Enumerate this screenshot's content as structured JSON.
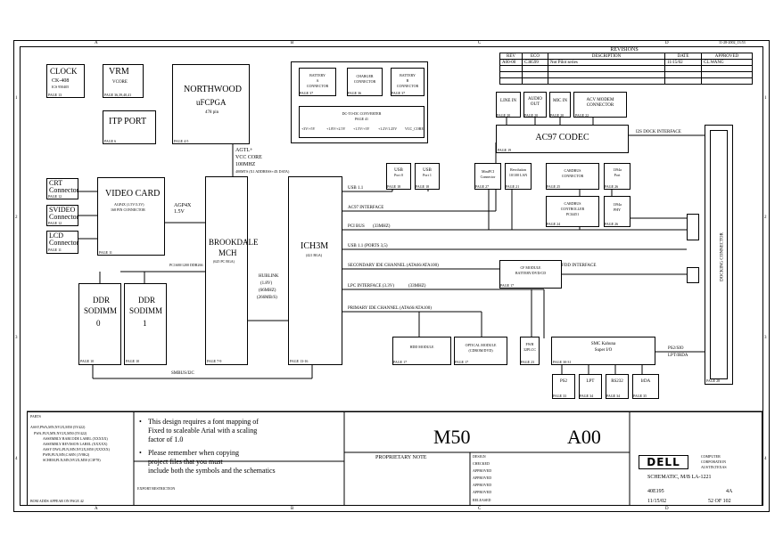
{
  "grid": {
    "columns": [
      "A",
      "B",
      "C",
      "D"
    ],
    "rows": [
      "1",
      "2",
      "3",
      "4"
    ],
    "date_stamp": "11-28-2002_13:53"
  },
  "revisions": {
    "title": "REVISIONS",
    "headers": [
      "REV",
      "ECO",
      "DESCRIPTION",
      "DATE",
      "APPROVED"
    ],
    "row": [
      "A00-00",
      "C38599",
      "Not Pilot series",
      "11/15/02",
      "CL.WANG"
    ]
  },
  "blocks": {
    "clock": {
      "title": "CLOCK",
      "line1": "CK-408",
      "line2": "ICS 950405",
      "page": "PAGE 13"
    },
    "vrm": {
      "title": "VRM",
      "line1": "VCORE",
      "page": "PAGE 36,39,40,41"
    },
    "northwood": {
      "title": "NORTHWOOD",
      "line2": "uFCPGA",
      "line3": "478 pin",
      "page": "PAGE 4-5"
    },
    "itp": {
      "title": "ITP PORT",
      "page": "PAGE 6"
    },
    "crt": {
      "title": "CRT",
      "line2": "Connector",
      "page": "PAGE 12"
    },
    "svideo": {
      "title": "SVIDEO",
      "line2": "Connector",
      "page": "PAGE 12"
    },
    "lcd": {
      "title": "LCD",
      "line2": "Connector",
      "page": "PAGE 11"
    },
    "video": {
      "title": "VIDEO CARD",
      "line1": "AGP4X (1.5V/3.3V)",
      "line2": "168 PIN CONNECTOR",
      "page": "PAGE 11"
    },
    "ddr0": {
      "title": "DDR",
      "line2": "SODIMM",
      "line3": "0",
      "page": "PAGE 10"
    },
    "ddr1": {
      "title": "DDR",
      "line2": "SODIMM",
      "line3": "1",
      "page": "PAGE 10"
    },
    "mch": {
      "title": "BROOKDALE",
      "line2": "MCH",
      "line3": "(625 PC BGA)",
      "page": "PAGE 7-9"
    },
    "ich": {
      "title": "ICH3M",
      "line2": "(421 BGA)",
      "page": "PAGE 13-16"
    },
    "battery_a": {
      "title": "BATTERY",
      "line2": "A",
      "line3": "CONNECTOR",
      "page": "PAGE 37"
    },
    "charger": {
      "title": "CHARGER",
      "line2": "CONNECTOR",
      "page": "PAGE 36"
    },
    "battery_b": {
      "title": "BATTERY",
      "line2": "B",
      "line3": "CONNECTOR",
      "page": "PAGE 37"
    },
    "dcdc": {
      "title": "DC-TO-DC CONVERTER",
      "page": "PAGE 41",
      "rails": [
        "+3V/+5V",
        "+1.8V/+2.5V",
        "+1.5V/+3V",
        "+1.2V/1.25V",
        "VCC_CORE"
      ]
    },
    "line_in": {
      "title": "LINE IN",
      "page": "PAGE 20"
    },
    "audio_out": {
      "title": "AUDIO",
      "line2": "OUT",
      "page": "PAGE 20"
    },
    "mic_in": {
      "title": "MIC IN",
      "page": "PAGE 20"
    },
    "acv_modem": {
      "title": "ACV MODEM",
      "line2": "CONNECTOR",
      "page": "PAGE 22"
    },
    "ac97": {
      "title": "AC97 CODEC",
      "page": "PAGE 19"
    },
    "usb0": {
      "title": "USB",
      "line2": "Port 0",
      "page": "PAGE 18"
    },
    "usb1": {
      "title": "USB",
      "line2": "Port 1",
      "page": "PAGE 18"
    },
    "minipci": {
      "title": "MiniPCI",
      "line2": "Connector",
      "page": "PAGE 27"
    },
    "revolution": {
      "title": "Revolution",
      "line2": "10/100 LAN",
      "page": "PAGE 21"
    },
    "cardbus_conn": {
      "title": "CARDBUS",
      "line2": "CONNECTOR",
      "page": "PAGE 25"
    },
    "port1394": {
      "title": "1394a",
      "line2": "Port",
      "page": "PAGE 26"
    },
    "cardbus_ctrl": {
      "title": "CARDBUS",
      "line2": "CONTROLLER",
      "line3": "PCI4451",
      "page": "PAGE 24"
    },
    "phy1394": {
      "title": "1394a",
      "line2": "PHY",
      "page": "PAGE 26"
    },
    "cf_module": {
      "title": "CF MODULE",
      "line2": "BATTERY/DVD/CD",
      "page": "PAGE 17"
    },
    "hdd": {
      "title": "HDD MODULE",
      "page": "PAGE 17"
    },
    "optical": {
      "title": "OPTICAL MODULE",
      "line2": "(CDROM/DVD)",
      "page": "PAGE 17"
    },
    "fwh": {
      "title": "FWH",
      "line2": "32PLCC",
      "page": "PAGE 23"
    },
    "smc": {
      "title": "SMC Kahuna",
      "line2": "Super I/O",
      "page": "PAGE 30-31"
    },
    "ps2": {
      "title": "PS2",
      "page": "PAGE 33"
    },
    "lpt": {
      "title": "LPT",
      "page": "PAGE 34"
    },
    "rs232": {
      "title": "RS232",
      "page": "PAGE 34"
    },
    "irda": {
      "title": "IrDA",
      "page": "PAGE 35"
    },
    "dock": {
      "title": "DOCKING CONNECTOR",
      "page": "PAGE 28"
    }
  },
  "labels": {
    "agtl": "AGTL+",
    "vcc_core": "VCC CORE",
    "mhz100": "100MHZ",
    "fsb": "400MTS (X1 ADDRESS+4X DATA)",
    "agp4x": "AGP4X",
    "agp_v": "1.5V",
    "hublink": "HUBLINK",
    "hublink_v": "(1.8V)",
    "hublink_mhz": "(66MHZ)",
    "hublink_rate": "(266MB/S)",
    "smbus": "SMBUS/I2C",
    "ddr_note": "PC1600/1200 DDR266",
    "usb11": "USB 1.1",
    "ac97_if": "AC97 INTERFACE",
    "pci_bus": "PCI BUS",
    "pci_mhz": "(33MHZ)",
    "usb11_ports": "USB 1.1  (PORTS 3,5)",
    "sec_ide": "SECONDARY IDE CHANNEL  (ATA66/ATA100)",
    "fdd": "FDD INTERFACE",
    "lpc": "LPC INTERFACE  (3.3V)",
    "lpc_mhz": "(33MHZ)",
    "pri_ide": "PRIMARY IDE CHANNEL  (ATA66/ATA100)",
    "i2s_dock": "I2S DOCK INTERFACE",
    "ps2_lpt_irda": "PS2/SIO",
    "lpt_irda": "LPT/IRDA"
  },
  "title_block": {
    "parts_title": "PARTS",
    "parts": [
      "ASSY,PWA,MN,NV2X,M50 (5Y422)",
      "PWA,PLN,MN,NV2X,M50 (5Y422)",
      "ASSEMBLY BARCODE LABEL  (XXXXX)",
      "ASSEMBLY REVISION LABEL  (XXXXX)",
      "ASSY DWG,PLN,MN,NV2X,M50 (XXXXX)",
      "PWB,PLN,MN,CABN (1V8K2)",
      "SCHEM,PLN,MN,NV2X,M50 (C3F78)"
    ],
    "bom_note": "BOM ADDS APPEAR ON PAGE 42",
    "notes": [
      "This design requires a font mapping of",
      "Fixed to scaleable Arial with a scaling",
      "factor of 1.0",
      "Please remember when copying",
      "project files that you must",
      "include both the symbols and the schematics"
    ],
    "export_title": "EXPORT RESTRICTION",
    "model": "M50",
    "revision": "A00",
    "proprietary": "PROPRIETARY NOTE",
    "company": [
      "COMPUTER",
      "CORPORATION",
      "AUSTIN,TEXAS"
    ],
    "sheet_title": "SCHEMATIC, M/B LA-1221",
    "doc_no": "40E195",
    "rev": "4A",
    "date": "11/15/02",
    "sheet": "52 OF 102",
    "approvals": [
      "DESIGN",
      "CHECKED",
      "APPROVED",
      "APPROVED",
      "APPROVED",
      "APPROVED",
      "RELEASED"
    ],
    "dell": "DELL"
  }
}
